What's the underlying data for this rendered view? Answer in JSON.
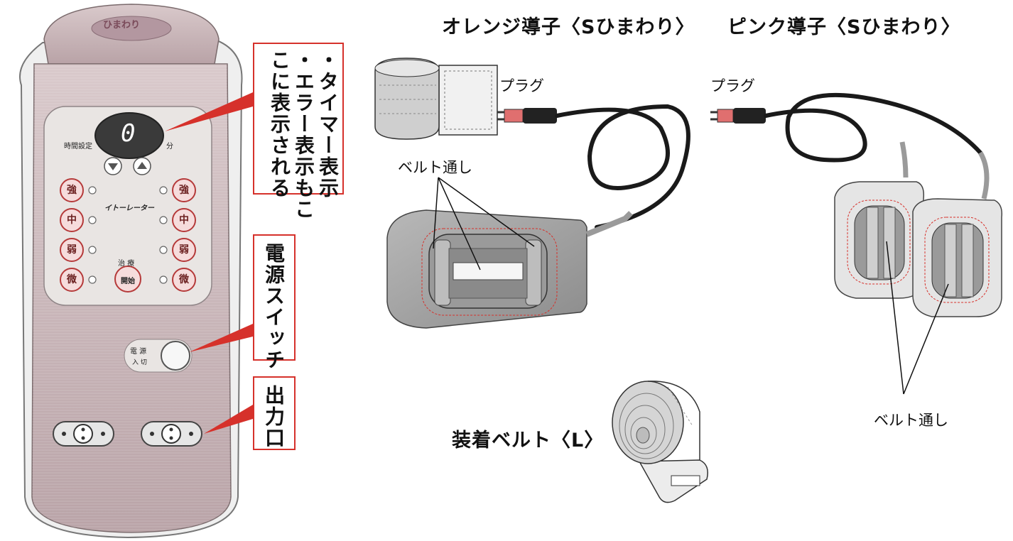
{
  "device": {
    "logo": "ひまわり",
    "display_value": "0",
    "timer_label": "時間設定",
    "minute_label": "分",
    "brand_label": "イトーレーター",
    "left_buttons": [
      "強",
      "中",
      "弱",
      "微"
    ],
    "right_buttons": [
      "強",
      "中",
      "弱",
      "微"
    ],
    "treatment_label": "治 療",
    "start_label": "開始",
    "power_label": "電 源",
    "power_on_off": "入 切"
  },
  "callouts": {
    "timer_lines": [
      "・タイマー表示",
      "・エラー表示もこ",
      "こに表示される"
    ],
    "power_switch": "電源スイッチ",
    "output_port": "出力口"
  },
  "headings": {
    "orange": "オレンジ導子〈Sひまわり〉",
    "pink": "ピンク導子〈Sひまわり〉",
    "belt_l": "装着ベルト〈L〉"
  },
  "labels": {
    "plug_orange": "プラグ",
    "plug_pink": "プラグ",
    "belt_loop_orange": "ベルト通し",
    "belt_loop_pink": "ベルト通し"
  },
  "colors": {
    "accent_red": "#d6312b",
    "device_body": "#c4b1b4",
    "panel": "#e9e5e3",
    "pad_gray": "#9a9a9a"
  }
}
